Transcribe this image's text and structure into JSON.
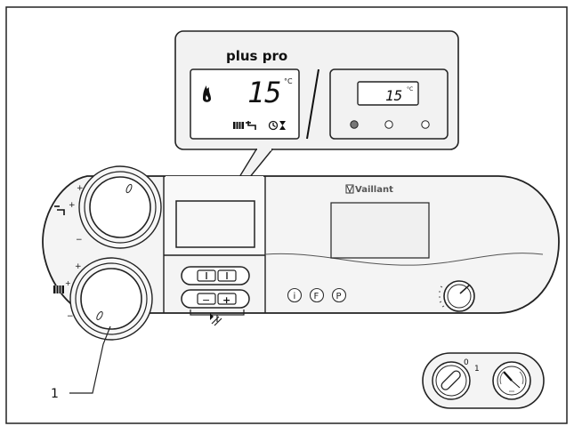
{
  "callout_left": {
    "title": "plus pro",
    "temperature": "15",
    "unit": "°C"
  },
  "callout_right": {
    "temperature": "15",
    "unit": "°C"
  },
  "boiler": {
    "brand": "Vaillant",
    "dhw_dial": {
      "plus": "+",
      "minus": "−"
    },
    "heating_dial": {
      "plus": "+",
      "minus": "−"
    },
    "buttons": {
      "minus": "−",
      "plus": "+"
    },
    "info_buttons": [
      "i",
      "F",
      "P"
    ],
    "power_switch": {
      "off": "0",
      "on": "1"
    }
  },
  "labels": {
    "callout_number": "1"
  },
  "icons": {
    "flame": "flame-icon",
    "radiator": "radiator-icon",
    "tap": "tap-icon",
    "clock": "clock-icon",
    "hourglass": "hourglass-icon",
    "pressure_gauge": "pressure-gauge-icon"
  }
}
